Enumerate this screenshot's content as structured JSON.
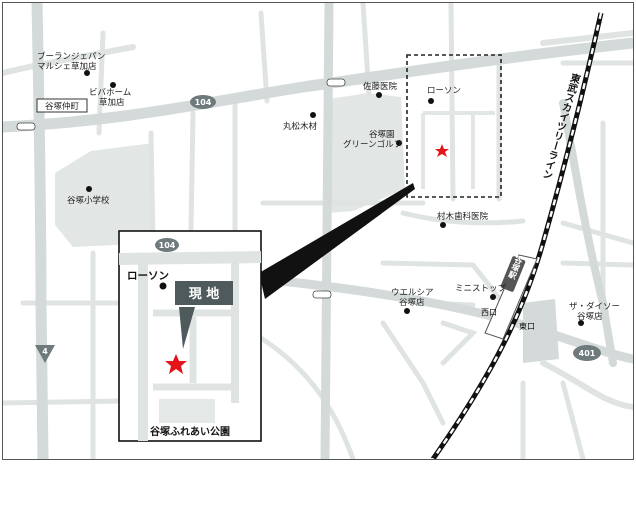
{
  "labels": {
    "breadpan": "ブーランジェパン",
    "marche": "マルシェ草加店",
    "viva": "ビバホーム",
    "viva2": "草加店",
    "yatsuka_nakamachi": "谷塚仲町",
    "route104": "104",
    "route4": "4",
    "route401": "401",
    "satou": "佐藤医院",
    "lawson": "ローソン",
    "marumatsu": "丸松木材",
    "yatsuka_golf1": "谷塚園",
    "yatsuka_golf2": "グリーンゴルフ",
    "school": "谷塚小学校",
    "muraki": "村木歯科医院",
    "ministop": "ミニストップ",
    "nishiguchi": "西口",
    "higashiguchi": "東口",
    "welcia1": "ウエルシア",
    "welcia2": "谷塚店",
    "daiso1": "ザ・ダイソー",
    "daiso2": "谷塚店",
    "railway": "東武スカイツリーライン",
    "station": "谷塚駅",
    "inset_lawson": "ローソン",
    "inset_route": "104",
    "genchi": "現 地",
    "park": "谷塚ふれあい公園"
  },
  "colors": {
    "road": "#d8dedd",
    "road_major": "#cdd5d3",
    "block": "#dfe4e3",
    "label": "#222222",
    "callout": "#4f5a5c",
    "route_sign": "#6e7a7c",
    "star": "#e4141b"
  }
}
